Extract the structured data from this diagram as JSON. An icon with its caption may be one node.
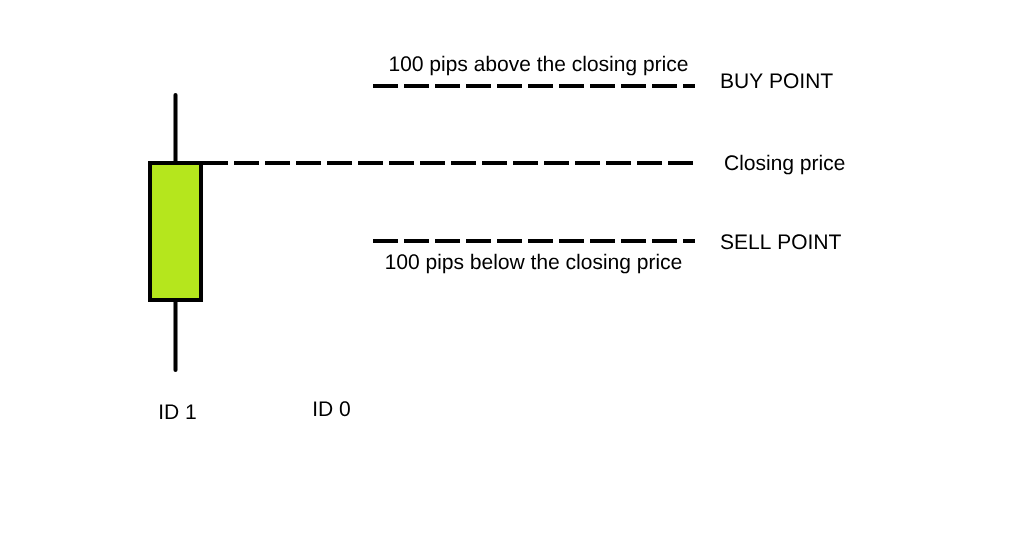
{
  "diagram": {
    "nodes": [
      {
        "text": [],
        "shape": "box"
      },
      {
        "text": [
          "BUY POINT"
        ]
      },
      {
        "text": [
          "Closing price"
        ]
      },
      {
        "text": [
          "SELL POINT"
        ]
      }
    ],
    "edges": [
      {
        "from": null,
        "to": 1,
        "arrow": "none",
        "style": "dashed",
        "label": "100 pips above the closing price"
      },
      {
        "from": 0,
        "to": 2,
        "arrow": "none",
        "style": "dashed"
      },
      {
        "from": null,
        "to": 3,
        "arrow": "none",
        "style": "dashed",
        "label": "100 pips below the closing price"
      }
    ],
    "labels": [
      "ID 1",
      "ID 0"
    ]
  }
}
